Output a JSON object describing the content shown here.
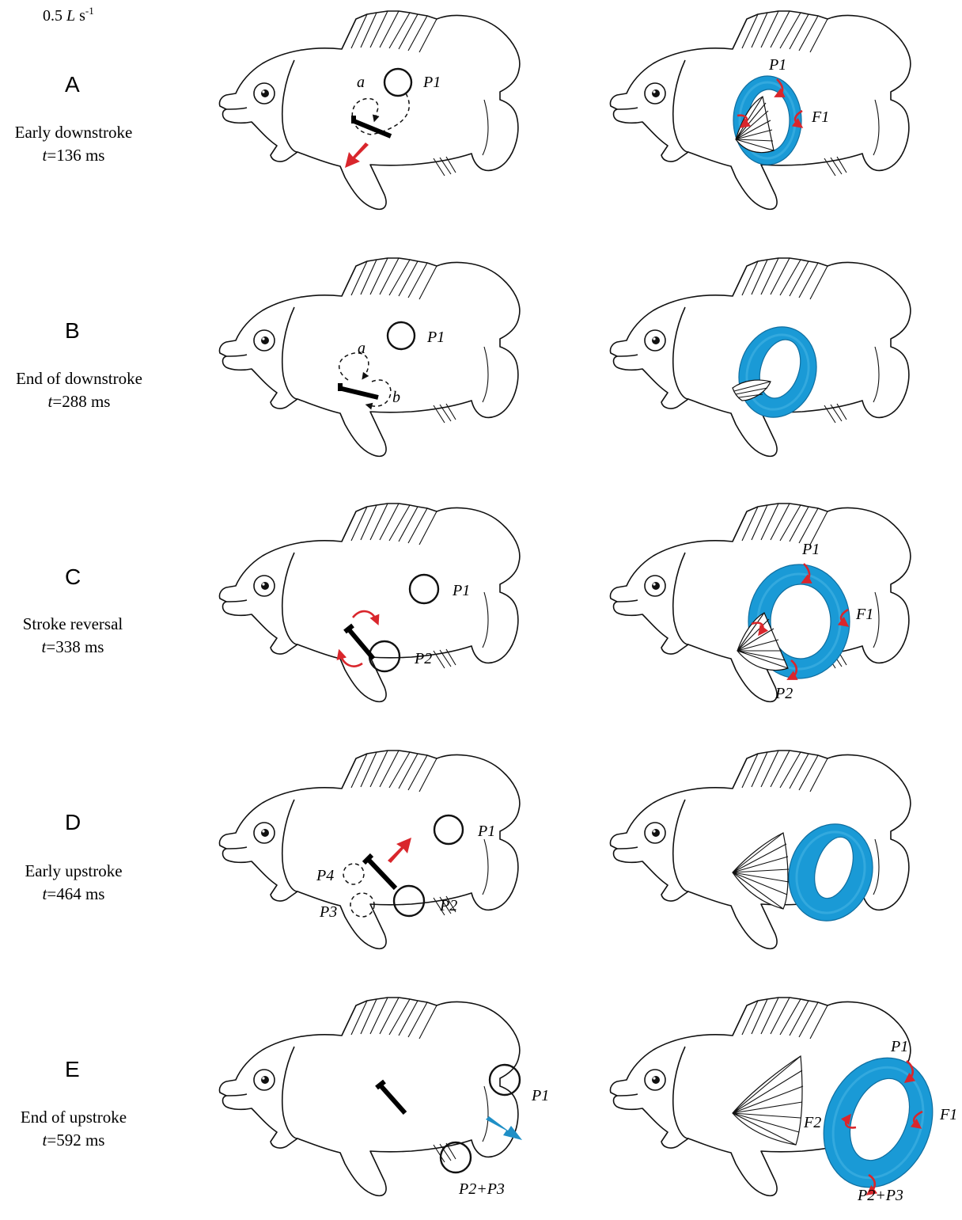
{
  "figure": {
    "speed_label": {
      "value": "0.5 ",
      "unit_L": "L",
      "unit_s": " s",
      "exp": "-1"
    },
    "rows": [
      {
        "letter": "A",
        "phase": "Early downstroke",
        "time_var": "t",
        "time_val": "=136 ms",
        "left_labels": [
          {
            "text": "P1"
          },
          {
            "text": "a"
          }
        ],
        "right_labels": [
          {
            "text": "P1"
          },
          {
            "text": "F1"
          }
        ],
        "arrow_color": "#d9262c"
      },
      {
        "letter": "B",
        "phase": "End of downstroke",
        "time_var": "t",
        "time_val": "=288 ms",
        "left_labels": [
          {
            "text": "P1"
          },
          {
            "text": "a"
          },
          {
            "text": "b"
          }
        ],
        "right_labels": []
      },
      {
        "letter": "C",
        "phase": "Stroke reversal",
        "time_var": "t",
        "time_val": "=338 ms",
        "left_labels": [
          {
            "text": "P1"
          },
          {
            "text": "P2"
          }
        ],
        "right_labels": [
          {
            "text": "P1"
          },
          {
            "text": "F1"
          },
          {
            "text": "P2"
          }
        ],
        "arrow_color": "#d9262c"
      },
      {
        "letter": "D",
        "phase": "Early upstroke",
        "time_var": "t",
        "time_val": "=464 ms",
        "left_labels": [
          {
            "text": "P1"
          },
          {
            "text": "P4"
          },
          {
            "text": "P3"
          },
          {
            "text": "P2"
          }
        ],
        "right_labels": [],
        "arrow_color": "#d9262c"
      },
      {
        "letter": "E",
        "phase": "End of upstroke",
        "time_var": "t",
        "time_val": "=592 ms",
        "left_labels": [
          {
            "text": "P1"
          },
          {
            "text": "P2+P3"
          }
        ],
        "right_labels": [
          {
            "text": "P1"
          },
          {
            "text": "F2"
          },
          {
            "text": "F1"
          },
          {
            "text": "P2+P3"
          }
        ],
        "arrow_color": "#1f8fc6"
      }
    ],
    "colors": {
      "vortex_ring": "#1a9ad6",
      "flow_arrow_red": "#d9262c",
      "flow_arrow_blue": "#1f8fc6"
    }
  }
}
